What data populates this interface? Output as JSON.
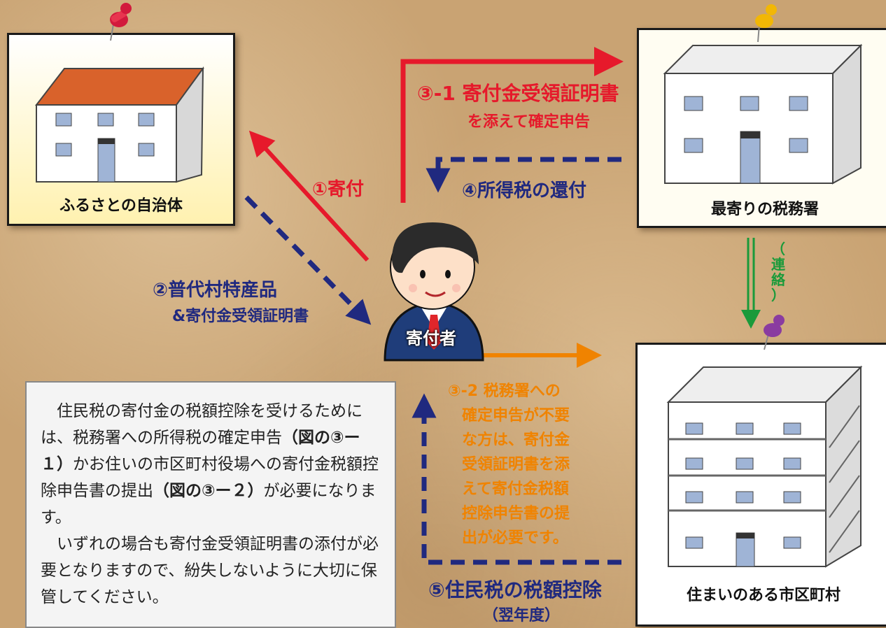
{
  "nodes": {
    "furusato": "ふるさとの自治体",
    "tax_office": "最寄りの税務署",
    "municipality": "住まいのある市区町村",
    "donor": "寄付者"
  },
  "flows": {
    "step1": "①寄付",
    "step2_line1": "②普代村特産品",
    "step2_line2": "&寄付金受領証明書",
    "step3_1_line1": "③-1 寄付金受領証明書",
    "step3_1_line2": "を添えて確定申告",
    "step4": "④所得税の還付",
    "contact_chars": [
      "（",
      "連",
      "絡",
      "）"
    ],
    "step3_2_lines": [
      "③-2 税務署への",
      "確定申告が不要",
      "な方は、寄付金",
      "受領証明書を添",
      "えて寄付金税額",
      "控除申告書の提",
      "出が必要です。"
    ],
    "step5_line1": "⑤住民税の税額控除",
    "step5_line2": "（翌年度）"
  },
  "note": {
    "p1_a": "住民税の寄付金の税額控除を受けるためには、税務署への所得税の確定申告",
    "p1_b": "（図の③ー１）",
    "p1_c": "かお住いの市区町村役場への寄付金税額控除申告書の提出",
    "p1_d": "（図の③ー２）",
    "p1_e": "が必要になります。",
    "p2": "いずれの場合も寄付金受領証明書の添付が必要となりますので、紛失しないように大切に保管してください。"
  },
  "colors": {
    "red": "#e6192b",
    "blue": "#20297f",
    "orange": "#f08300",
    "green": "#1a9a3a",
    "pin_red": "#d21a3c",
    "pin_yellow": "#f2b705",
    "pin_purple": "#8a3ca0"
  }
}
